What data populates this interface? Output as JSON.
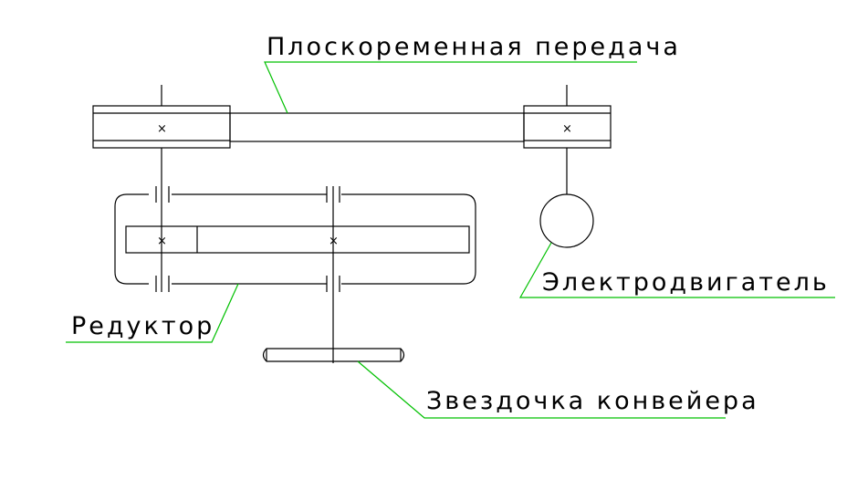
{
  "labels": {
    "belt_drive": "Плоскоременная передача",
    "motor": "Электродвигатель",
    "gearbox": "Редуктор",
    "sprocket": "Звездочка конвейера"
  },
  "colors": {
    "leader_line": "#00c000",
    "drawing_line": "#000000",
    "background": "#ffffff"
  },
  "axis_mark": "×"
}
